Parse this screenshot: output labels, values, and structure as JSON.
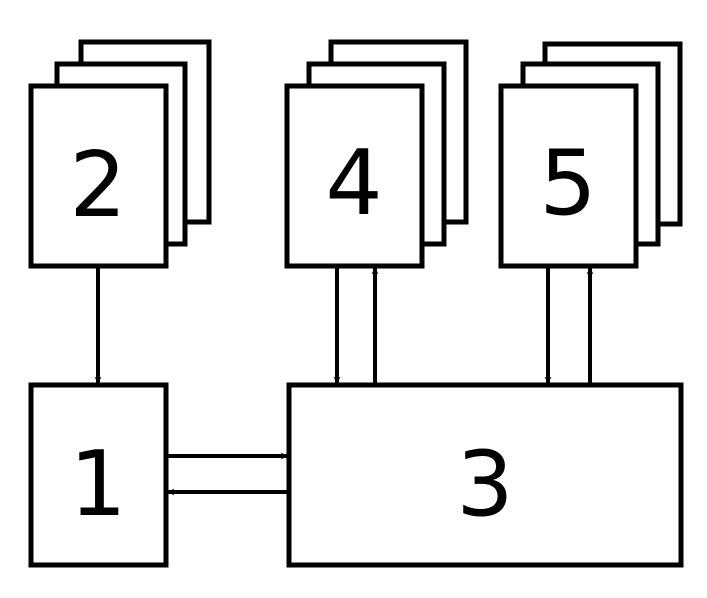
{
  "diagram": {
    "line_color": "#000000",
    "background_color": "#ffffff",
    "blocks": [
      {
        "id": "block-1",
        "label": "1",
        "stacked": false
      },
      {
        "id": "block-2",
        "label": "2",
        "stacked": true
      },
      {
        "id": "block-3",
        "label": "3",
        "stacked": false
      },
      {
        "id": "block-4",
        "label": "4",
        "stacked": true
      },
      {
        "id": "block-5",
        "label": "5",
        "stacked": true
      }
    ],
    "connections": [
      {
        "from": "2",
        "to": "1"
      },
      {
        "from": "1",
        "to": "3"
      },
      {
        "from": "3",
        "to": "1"
      },
      {
        "from": "4",
        "to": "3"
      },
      {
        "from": "3",
        "to": "4"
      },
      {
        "from": "5",
        "to": "3"
      },
      {
        "from": "3",
        "to": "5"
      }
    ]
  }
}
